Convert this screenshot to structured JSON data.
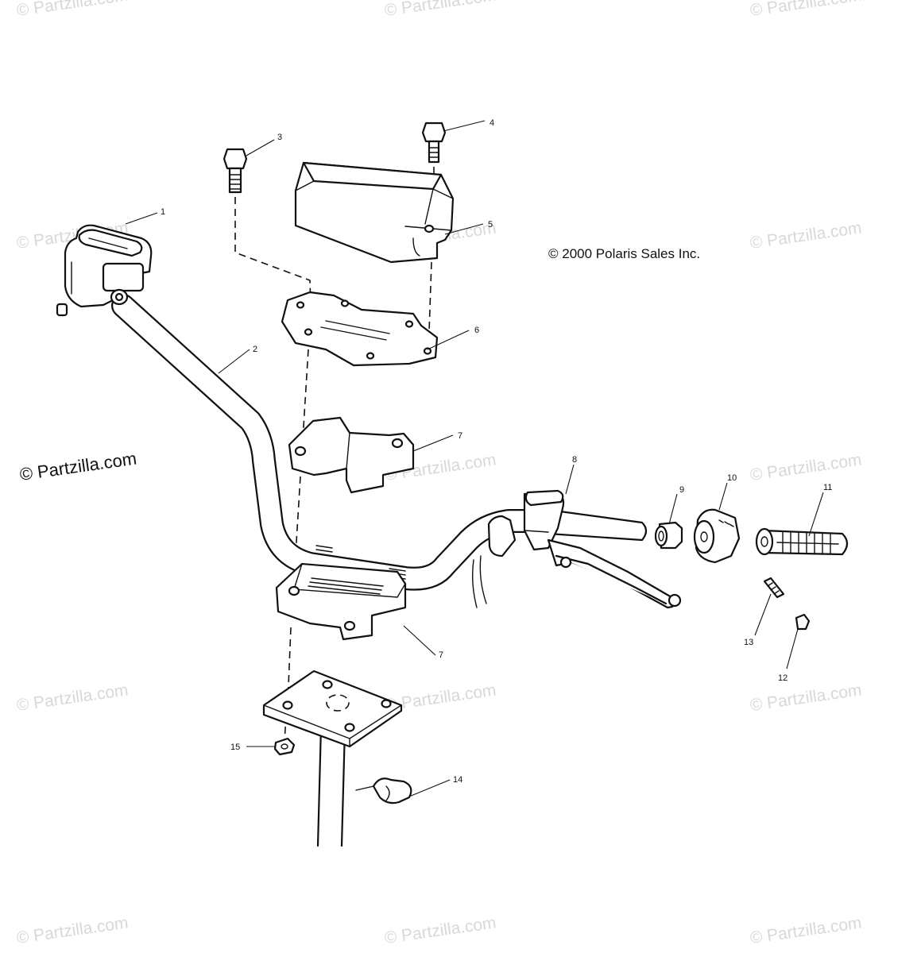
{
  "copyright": "© 2000 Polaris Sales Inc.",
  "watermark_text": "© Partzilla.com",
  "watermark_dark_text": "© Partzilla.com",
  "callouts": {
    "c1": "1",
    "c2": "2",
    "c3": "3",
    "c4": "4",
    "c5": "5",
    "c6": "6",
    "c7a": "7",
    "c7b": "7",
    "c8": "8",
    "c9": "9",
    "c10": "10",
    "c11": "11",
    "c12": "12",
    "c13": "13",
    "c14": "14",
    "c15": "15"
  },
  "colors": {
    "line": "#111111",
    "watermark": "#d8d8d8",
    "background": "#ffffff"
  }
}
